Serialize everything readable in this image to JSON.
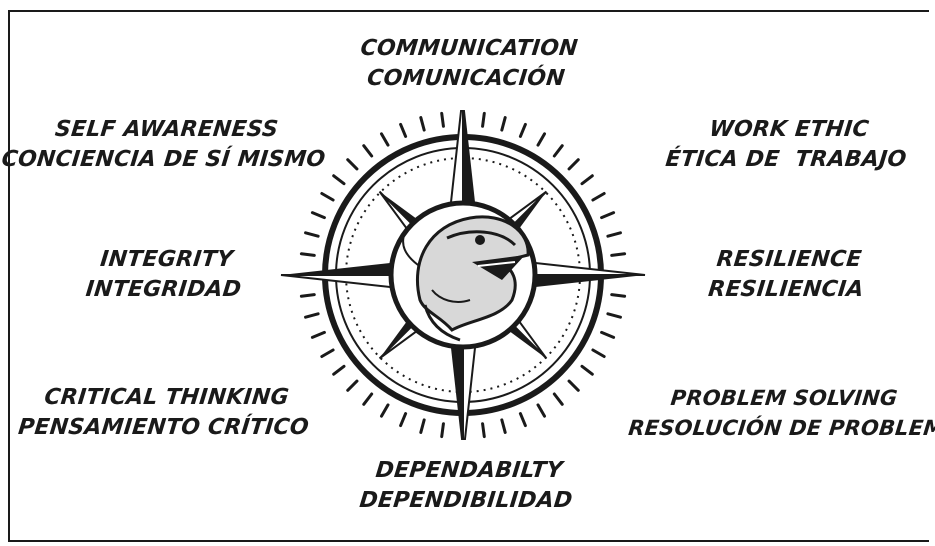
{
  "labels": {
    "communication": {
      "en": "COMMUNICATION",
      "es": "COMUNICACIÓN"
    },
    "self_awareness": {
      "en": "SELF AWARENESS",
      "es": "CONCIENCIA DE SÍ MISMO"
    },
    "work_ethic": {
      "en": "WORK ETHIC",
      "es": "ÉTICA DE  TRABAJO"
    },
    "integrity": {
      "en": "INTEGRITY",
      "es": "INTEGRIDAD"
    },
    "resilience": {
      "en": "RESILIENCE",
      "es": "RESILIENCIA"
    },
    "critical_thinking": {
      "en": "CRITICAL THINKING",
      "es": "PENSAMIENTO CRÍTICO"
    },
    "problem_solving": {
      "en": "PROBLEM SOLVING",
      "es": "RESOLUCIÓN DE PROBLEMAS"
    },
    "dependability": {
      "en": "DEPENDABILTY",
      "es": "DEPENDIBILIDAD"
    }
  },
  "emblem": {
    "icon": "snake-head-compass-emblem"
  },
  "colors": {
    "ink": "#1a1a1a",
    "background": "#ffffff"
  }
}
